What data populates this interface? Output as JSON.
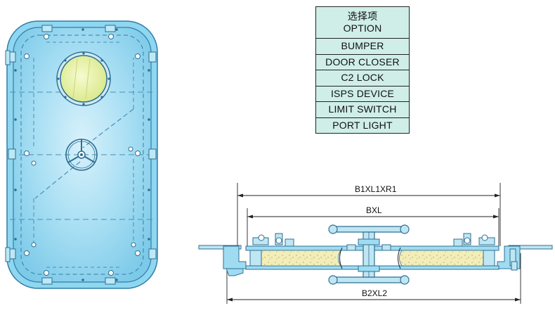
{
  "options_table": {
    "header_cn": "选择项",
    "header_en": "OPTION",
    "rows": [
      "BUMPER",
      "DOOR CLOSER",
      "C2 LOCK",
      "ISPS DEVICE",
      "LIMIT SWITCH",
      "PORT LIGHT"
    ]
  },
  "section_view": {
    "dim_top": "B1XL1XR1",
    "dim_middle": "BXL",
    "dim_bottom": "B2XL2"
  },
  "colors": {
    "door_fill": "#7fd0ee",
    "door_frame": "#3b8fb9",
    "port_light_glass": "#e8f2a2",
    "insulation": "#f3eeb8",
    "table_fill": "#cfeee8"
  }
}
